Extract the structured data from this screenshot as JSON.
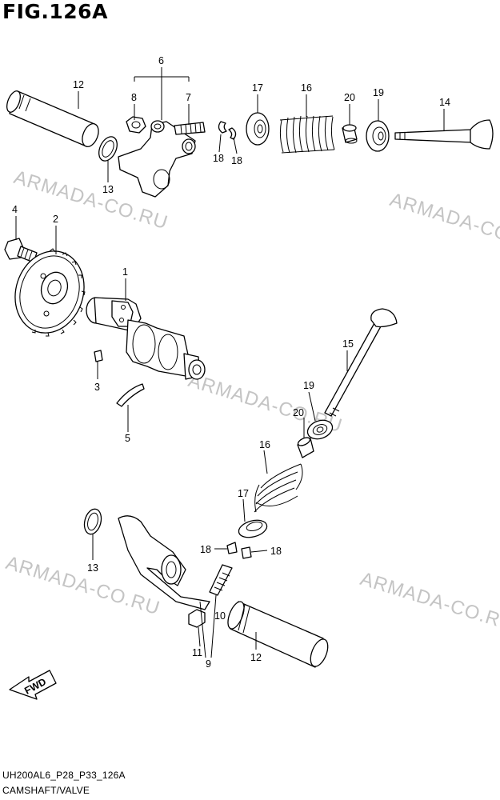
{
  "figure_title": "FIG.126A",
  "footer": {
    "code": "UH200AL6_P28_P33_126A",
    "caption": "CAMSHAFT/VALVE"
  },
  "watermark": "ARMADA-CO.RU",
  "fwd_label": "FWD",
  "callouts": {
    "n1": "1",
    "n2": "2",
    "n3": "3",
    "n4": "4",
    "n5": "5",
    "n6": "6",
    "n7": "7",
    "n8": "8",
    "n9": "9",
    "n10": "10",
    "n11": "11",
    "n12_top": "12",
    "n12_bottom": "12",
    "n13_top": "13",
    "n13_bottom": "13",
    "n14": "14",
    "n15": "15",
    "n16_top": "16",
    "n16_bottom": "16",
    "n17_top": "17",
    "n17_bottom": "17",
    "n18_a": "18",
    "n18_b": "18",
    "n18_c": "18",
    "n18_d": "18",
    "n19_top": "19",
    "n19_bottom": "19",
    "n20_top": "20",
    "n20_bottom": "20"
  }
}
